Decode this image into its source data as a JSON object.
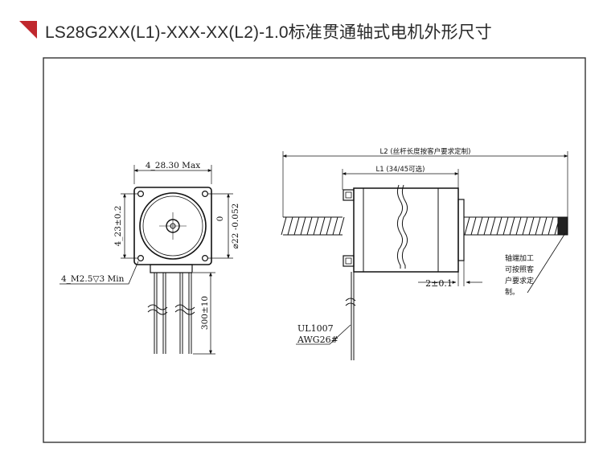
{
  "page": {
    "title": "LS28G2XX(L1)-XXX-XX(L2)-1.0标准贯通轴式电机外形尺寸",
    "accent_color": "#c0272d"
  },
  "drawing": {
    "front_view": {
      "width_label": "4_28.30 Max",
      "hole_pitch_label": "4_23±0.2",
      "hole_label": "4_M2.5▽3 Min",
      "boss_tolerance_upper": "0",
      "boss_label": "⌀22 -0.052",
      "lead_length_label": "300±10"
    },
    "side_view": {
      "l2_label": "L2 (丝杆长度按客户要求定制)",
      "l1_label": "L1 (34/45可选)",
      "gap_label": "2±0.1",
      "wire_spec_line1": "UL1007",
      "wire_spec_line2": "AWG26#",
      "shaft_note": [
        "轴端加工",
        "可按照客",
        "户要求定",
        "制。"
      ]
    }
  }
}
